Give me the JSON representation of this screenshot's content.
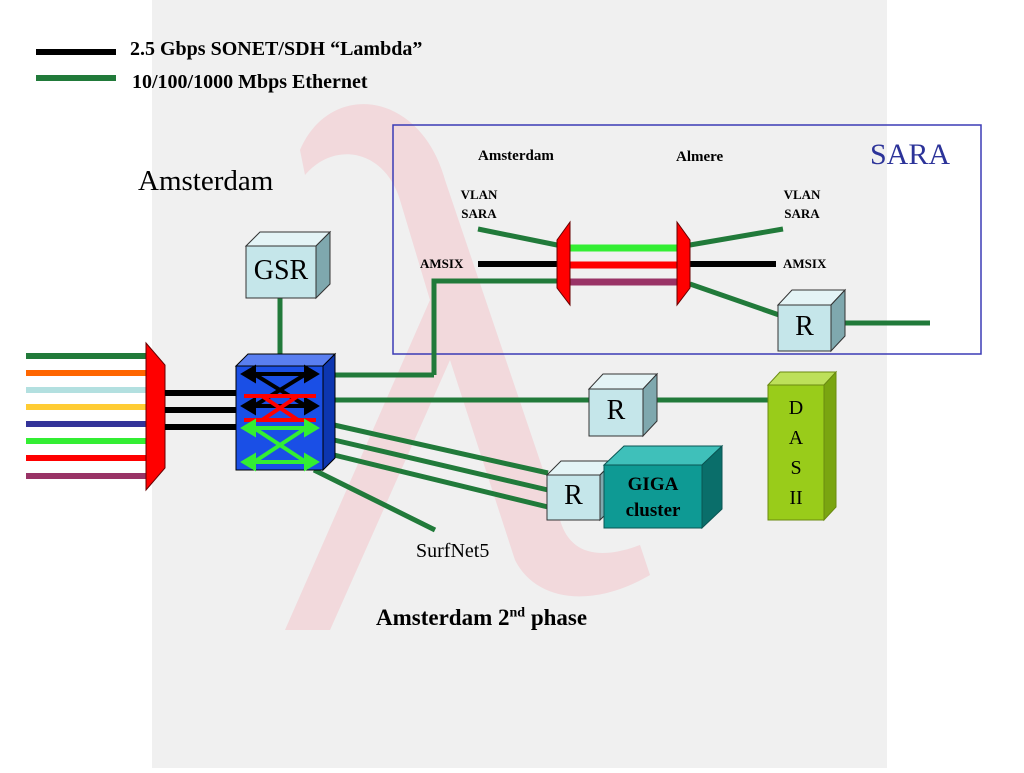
{
  "legend": {
    "lambda_label": "2.5 Gbps SONET/SDH “Lambda”",
    "ethernet_label": "10/100/1000 Mbps Ethernet"
  },
  "site_title": "Amsterdam",
  "sara": {
    "title": "SARA",
    "amsterdam_label": "Amsterdam",
    "almere_label": "Almere",
    "vlan_left": [
      "VLAN",
      "SARA"
    ],
    "vlan_right": [
      "VLAN",
      "SARA"
    ],
    "amsix_left": "AMSIX",
    "amsix_right": "AMSIX",
    "router_label": "R"
  },
  "gsr_label": "GSR",
  "router_mid_label": "R",
  "router_low_label": "R",
  "giga_cluster": [
    "GIGA",
    "cluster"
  ],
  "das": [
    "D",
    "A",
    "S",
    "II"
  ],
  "surfnet_label": "SurfNet5",
  "caption": {
    "main": "Amsterdam 2",
    "sup": "nd",
    "tail": " phase"
  },
  "colors": {
    "lambda": "#000000",
    "ethernet": "#217a3a",
    "sara_title": "#2c3399",
    "sara_border": "#3b3bb5",
    "mux": "#ff0000",
    "switch": "#1a4fe6",
    "router_face": "#c5e6ea",
    "giga": "#0e9a94",
    "das": "#99cc1a"
  }
}
